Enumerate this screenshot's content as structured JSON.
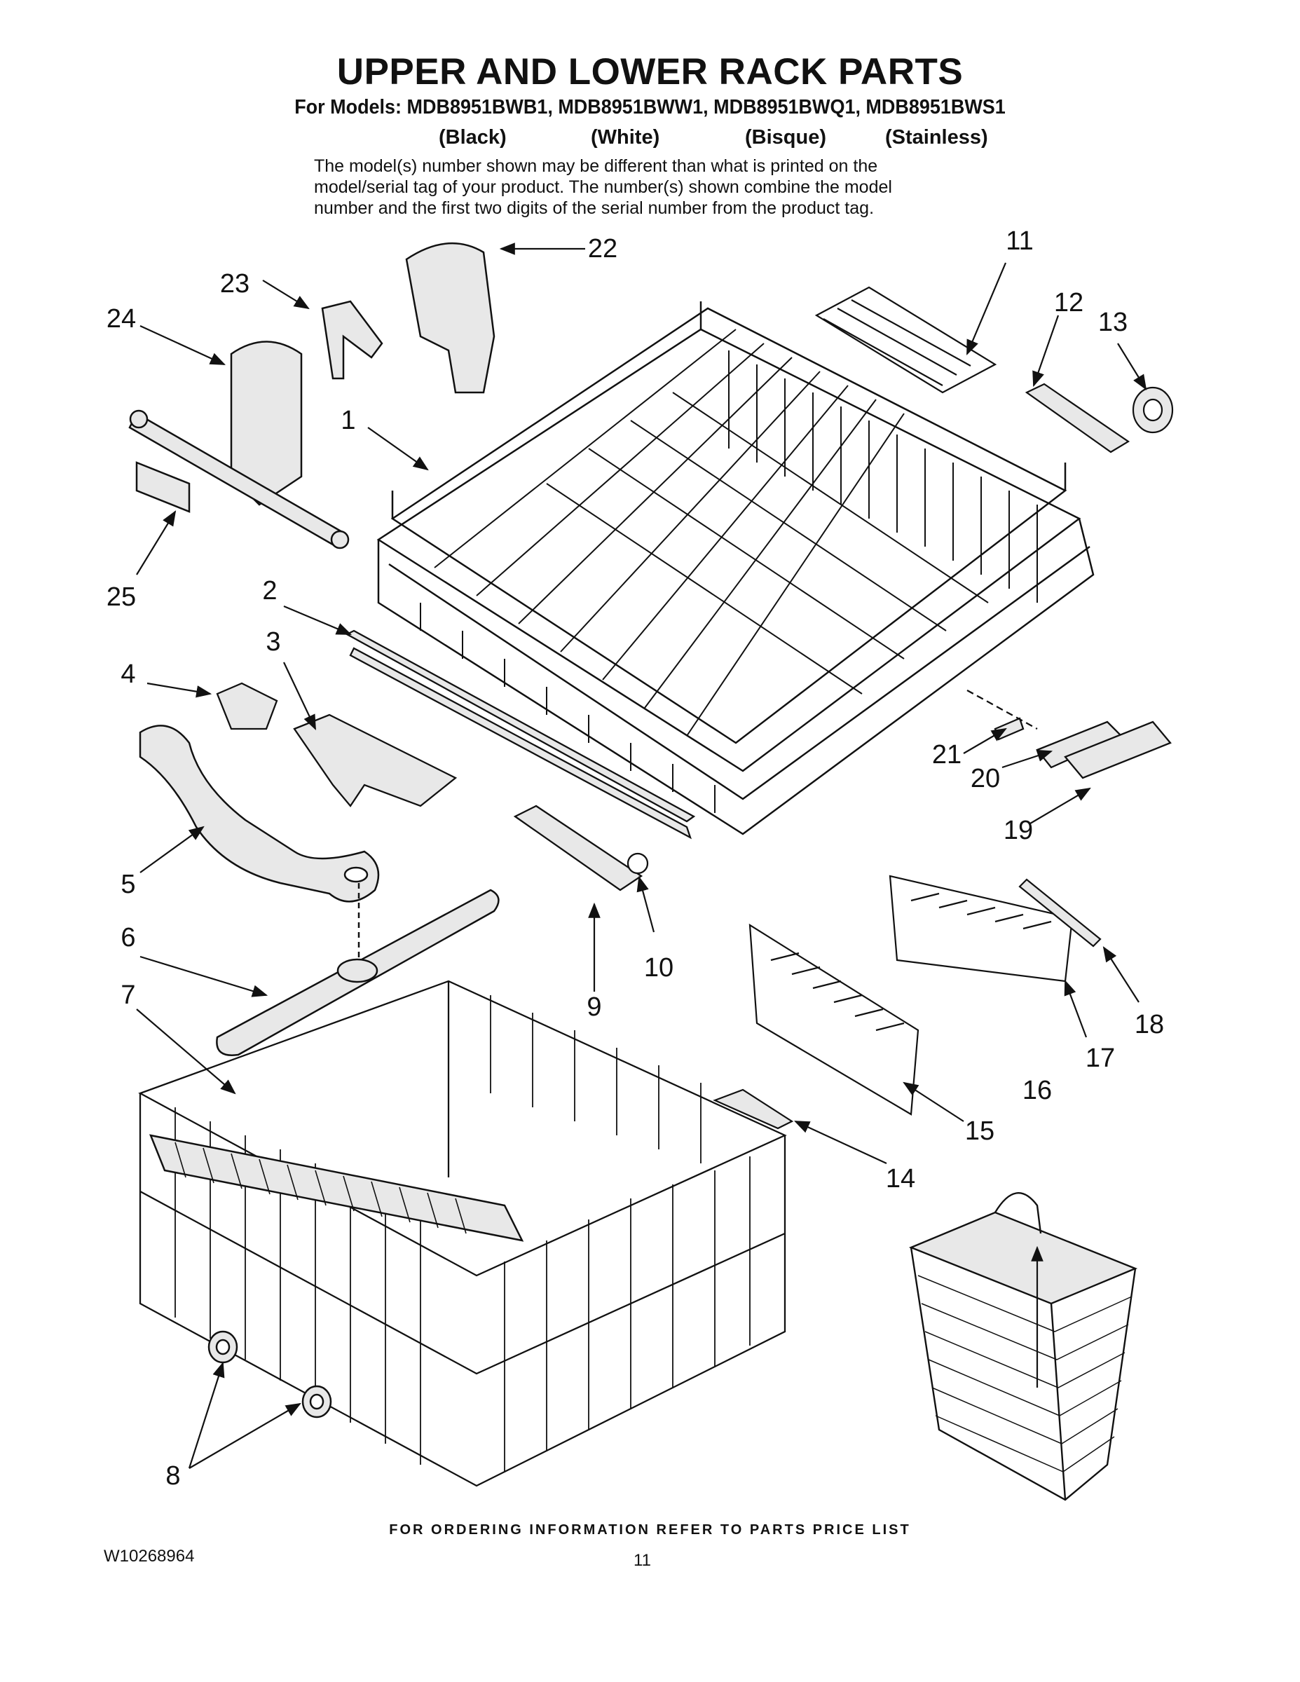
{
  "header": {
    "title": "UPPER AND LOWER RACK PARTS",
    "models_line": "For Models: MDB8951BWB1, MDB8951BWW1, MDB8951BWQ1, MDB8951BWS1",
    "finishes": [
      "(Black)",
      "(White)",
      "(Bisque)",
      "(Stainless)"
    ],
    "note_lines": [
      "The model(s) number shown may be different than what is printed on the",
      "model/serial tag of your product. The number(s) shown combine the model",
      "number and the first two digits of the serial number from the product tag."
    ]
  },
  "callouts": [
    "1",
    "2",
    "3",
    "4",
    "5",
    "6",
    "7",
    "8",
    "9",
    "10",
    "11",
    "12",
    "13",
    "14",
    "15",
    "16",
    "17",
    "18",
    "19",
    "20",
    "21",
    "22",
    "23",
    "24",
    "25"
  ],
  "footer": {
    "ordering_info": "FOR ORDERING INFORMATION REFER TO PARTS PRICE LIST",
    "doc_number": "W10268964",
    "page_number": "11"
  },
  "colors": {
    "ink": "#111111",
    "part_fill": "#e8e8e8",
    "background": "#ffffff"
  }
}
